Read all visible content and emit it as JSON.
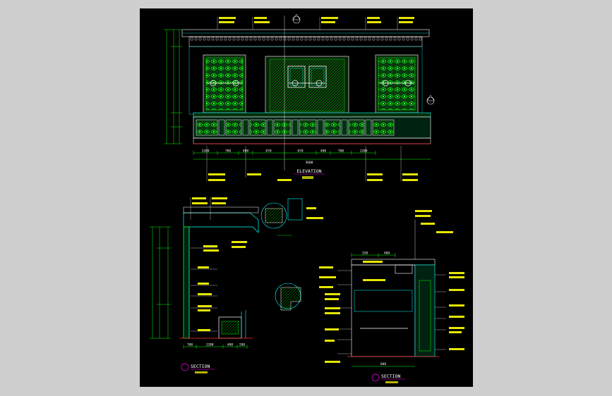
{
  "drawing": {
    "elevation_title": "ELEVATION",
    "section_left_title": "SECTION",
    "section_right_title": "SECTION"
  },
  "elevation_dimensions": [
    "1200",
    "700",
    "400",
    "870",
    "870",
    "400",
    "700",
    "1200"
  ],
  "elevation_total": "3600",
  "section_left_dimensions": [
    "700",
    "1200",
    "400",
    "200"
  ],
  "section_right_dimensions": [
    "350",
    "400",
    "600"
  ],
  "colors": {
    "background": "#000000",
    "outline": "#ffffff",
    "cyan": "#00ffff",
    "green": "#00ff00",
    "yellow": "#ffff00",
    "red": "#ff3030",
    "magenta": "#ff00ff"
  }
}
